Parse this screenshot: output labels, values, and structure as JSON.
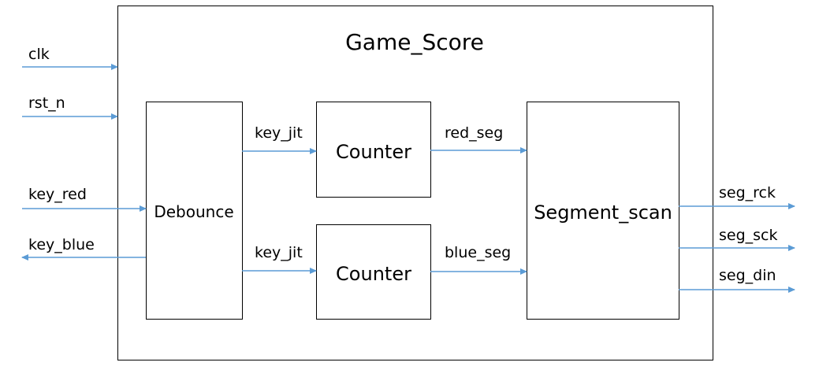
{
  "diagram": {
    "title": "Game_Score",
    "blocks": {
      "debounce": "Debounce",
      "counter_top": "Counter",
      "counter_bottom": "Counter",
      "segment_scan": "Segment_scan"
    },
    "signals": {
      "clk": "clk",
      "rst_n": "rst_n",
      "key_red": "key_red",
      "key_blue": "key_blue",
      "key_jit_top": "key_jit",
      "key_jit_bottom": "key_jit",
      "red_seg": "red_seg",
      "blue_seg": "blue_seg",
      "seg_rck": "seg_rck",
      "seg_sck": "seg_sck",
      "seg_din": "seg_din"
    },
    "colors": {
      "wire": "#5b9bd5",
      "box_stroke": "#000000",
      "text": "#000000"
    }
  }
}
